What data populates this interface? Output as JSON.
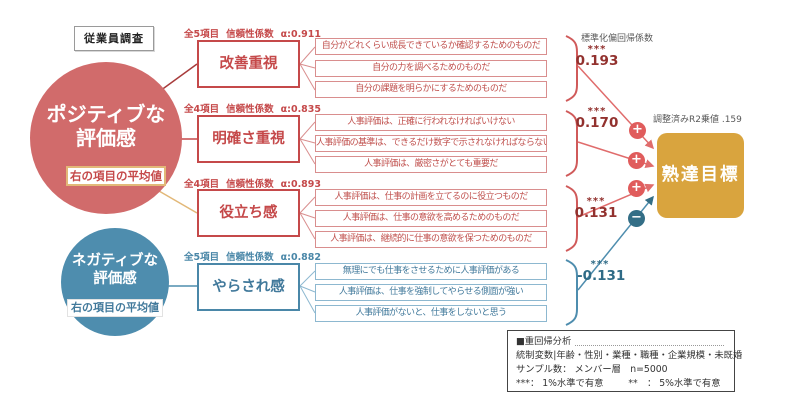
{
  "survey_label": "従業員調査",
  "positive_circle": {
    "line1": "ポジティブな",
    "line2": "評価感",
    "note": "右の項目の平均値"
  },
  "negative_circle": {
    "line1": "ネガティブな",
    "line2": "評価感",
    "note": "右の項目の平均値"
  },
  "groups": [
    {
      "items_count": "全5項目",
      "reliability_label": "信頼性係数",
      "alpha": "α:0.911",
      "factor": "改善重視",
      "items": [
        "自分がどれくらい成長できているか確認するためのものだ",
        "自分の力を調べるためのものだ",
        "自分の課題を明らかにするためのものだ"
      ],
      "coef_stars": "***",
      "coef": "0.193",
      "sign": "+"
    },
    {
      "items_count": "全4項目",
      "reliability_label": "信頼性係数",
      "alpha": "α:0.835",
      "factor": "明確さ重視",
      "items": [
        "人事評価は、正確に行われなければいけない",
        "人事評価の基準は、できるだけ数字で示されなければならない",
        "人事評価は、厳密さがとても重要だ"
      ],
      "coef_stars": "***",
      "coef": "0.170",
      "sign": "+"
    },
    {
      "items_count": "全4項目",
      "reliability_label": "信頼性係数",
      "alpha": "α:0.893",
      "factor": "役立ち感",
      "items": [
        "人事評価は、仕事の計画を立てるのに役立つものだ",
        "人事評価は、仕事の意欲を高めるためのものだ",
        "人事評価は、継続的に仕事の意欲を保つためのものだ"
      ],
      "coef_stars": "***",
      "coef": "0.131",
      "sign": "+"
    },
    {
      "items_count": "全5項目",
      "reliability_label": "信頼性係数",
      "alpha": "α:0.882",
      "factor": "やらされ感",
      "items": [
        "無理にでも仕事をさせるために人事評価がある",
        "人事評価は、仕事を強制してやらせる側面が強い",
        "人事評価がないと、仕事をしないと思う"
      ],
      "coef_stars": "***",
      "coef": "-0.131",
      "sign": "−"
    }
  ],
  "right_panel": {
    "std_coef_label": "標準化偏回帰係数",
    "r2_label": "調整済みR2乗値 .159",
    "goal": "熟達目標"
  },
  "legend": {
    "title": "■重回帰分析",
    "control_vars": "統制変数|年齢・性別・業種・職種・企業規模・未既婚",
    "sample": "サンプル数： メンバー層　n=5000",
    "sig1": "***： 1%水準で有意",
    "sig2": "**　： 5%水準で有意"
  },
  "colors": {
    "positive_red": "#d16b6b",
    "factor_red": "#c5494a",
    "item_red": "#d98e8e",
    "negative_blue": "#4e8dae",
    "factor_blue": "#4a87a8",
    "goal_gold": "#d9a43e",
    "avg_border_gold": "#e2b878",
    "coef_dark_red": "#92312e",
    "coef_dark_blue": "#2f6b86",
    "plus_badge": "#e05c5c",
    "minus_badge": "#336e86"
  }
}
